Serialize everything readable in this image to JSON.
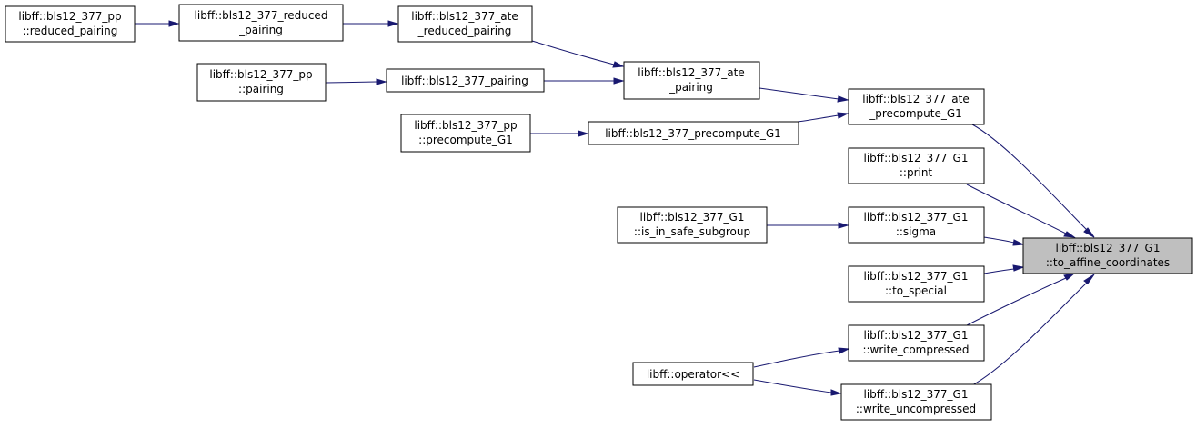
{
  "graph": {
    "nodes": {
      "to_affine": {
        "line1": "libff::bls12_377_G1",
        "line2": "::to_affine_coordinates"
      },
      "ate_precompute_g1": {
        "line1": "libff::bls12_377_ate",
        "line2": "_precompute_G1"
      },
      "g1_print": {
        "line1": "libff::bls12_377_G1",
        "line2": "::print"
      },
      "g1_sigma": {
        "line1": "libff::bls12_377_G1",
        "line2": "::sigma"
      },
      "g1_to_special": {
        "line1": "libff::bls12_377_G1",
        "line2": "::to_special"
      },
      "g1_write_compressed": {
        "line1": "libff::bls12_377_G1",
        "line2": "::write_compressed"
      },
      "g1_write_uncompressed": {
        "line1": "libff::bls12_377_G1",
        "line2": "::write_uncompressed"
      },
      "ate_pairing": {
        "line1": "libff::bls12_377_ate",
        "line2": "_pairing"
      },
      "precompute_g1": {
        "line1": "libff::bls12_377_precompute_G1"
      },
      "is_in_safe_subgroup": {
        "line1": "libff::bls12_377_G1",
        "line2": "::is_in_safe_subgroup"
      },
      "operator_ll": {
        "line1": "libff::operator<<"
      },
      "ate_reduced_pairing": {
        "line1": "libff::bls12_377_ate",
        "line2": "_reduced_pairing"
      },
      "bls_pairing": {
        "line1": "libff::bls12_377_pairing"
      },
      "pp_precompute_g1": {
        "line1": "libff::bls12_377_pp",
        "line2": "::precompute_G1"
      },
      "reduced_pairing": {
        "line1": "libff::bls12_377_reduced",
        "line2": "_pairing"
      },
      "pp_pairing": {
        "line1": "libff::bls12_377_pp",
        "line2": "::pairing"
      },
      "pp_reduced_pairing": {
        "line1": "libff::bls12_377_pp",
        "line2": "::reduced_pairing"
      }
    },
    "edges": [
      {
        "from": "ate_precompute_g1",
        "to": "to_affine"
      },
      {
        "from": "g1_print",
        "to": "to_affine"
      },
      {
        "from": "g1_sigma",
        "to": "to_affine"
      },
      {
        "from": "g1_to_special",
        "to": "to_affine"
      },
      {
        "from": "g1_write_compressed",
        "to": "to_affine"
      },
      {
        "from": "g1_write_uncompressed",
        "to": "to_affine"
      },
      {
        "from": "ate_pairing",
        "to": "ate_precompute_g1"
      },
      {
        "from": "precompute_g1",
        "to": "ate_precompute_g1"
      },
      {
        "from": "is_in_safe_subgroup",
        "to": "g1_sigma"
      },
      {
        "from": "operator_ll",
        "to": "g1_write_compressed"
      },
      {
        "from": "operator_ll",
        "to": "g1_write_uncompressed"
      },
      {
        "from": "ate_reduced_pairing",
        "to": "ate_pairing"
      },
      {
        "from": "bls_pairing",
        "to": "ate_pairing"
      },
      {
        "from": "pp_precompute_g1",
        "to": "precompute_g1"
      },
      {
        "from": "reduced_pairing",
        "to": "ate_reduced_pairing"
      },
      {
        "from": "pp_pairing",
        "to": "bls_pairing"
      },
      {
        "from": "pp_reduced_pairing",
        "to": "reduced_pairing"
      }
    ],
    "colors": {
      "edge": "#191970",
      "node_fill": "#ffffff",
      "focus_fill": "#bfbfbf",
      "border": "#000000"
    }
  }
}
